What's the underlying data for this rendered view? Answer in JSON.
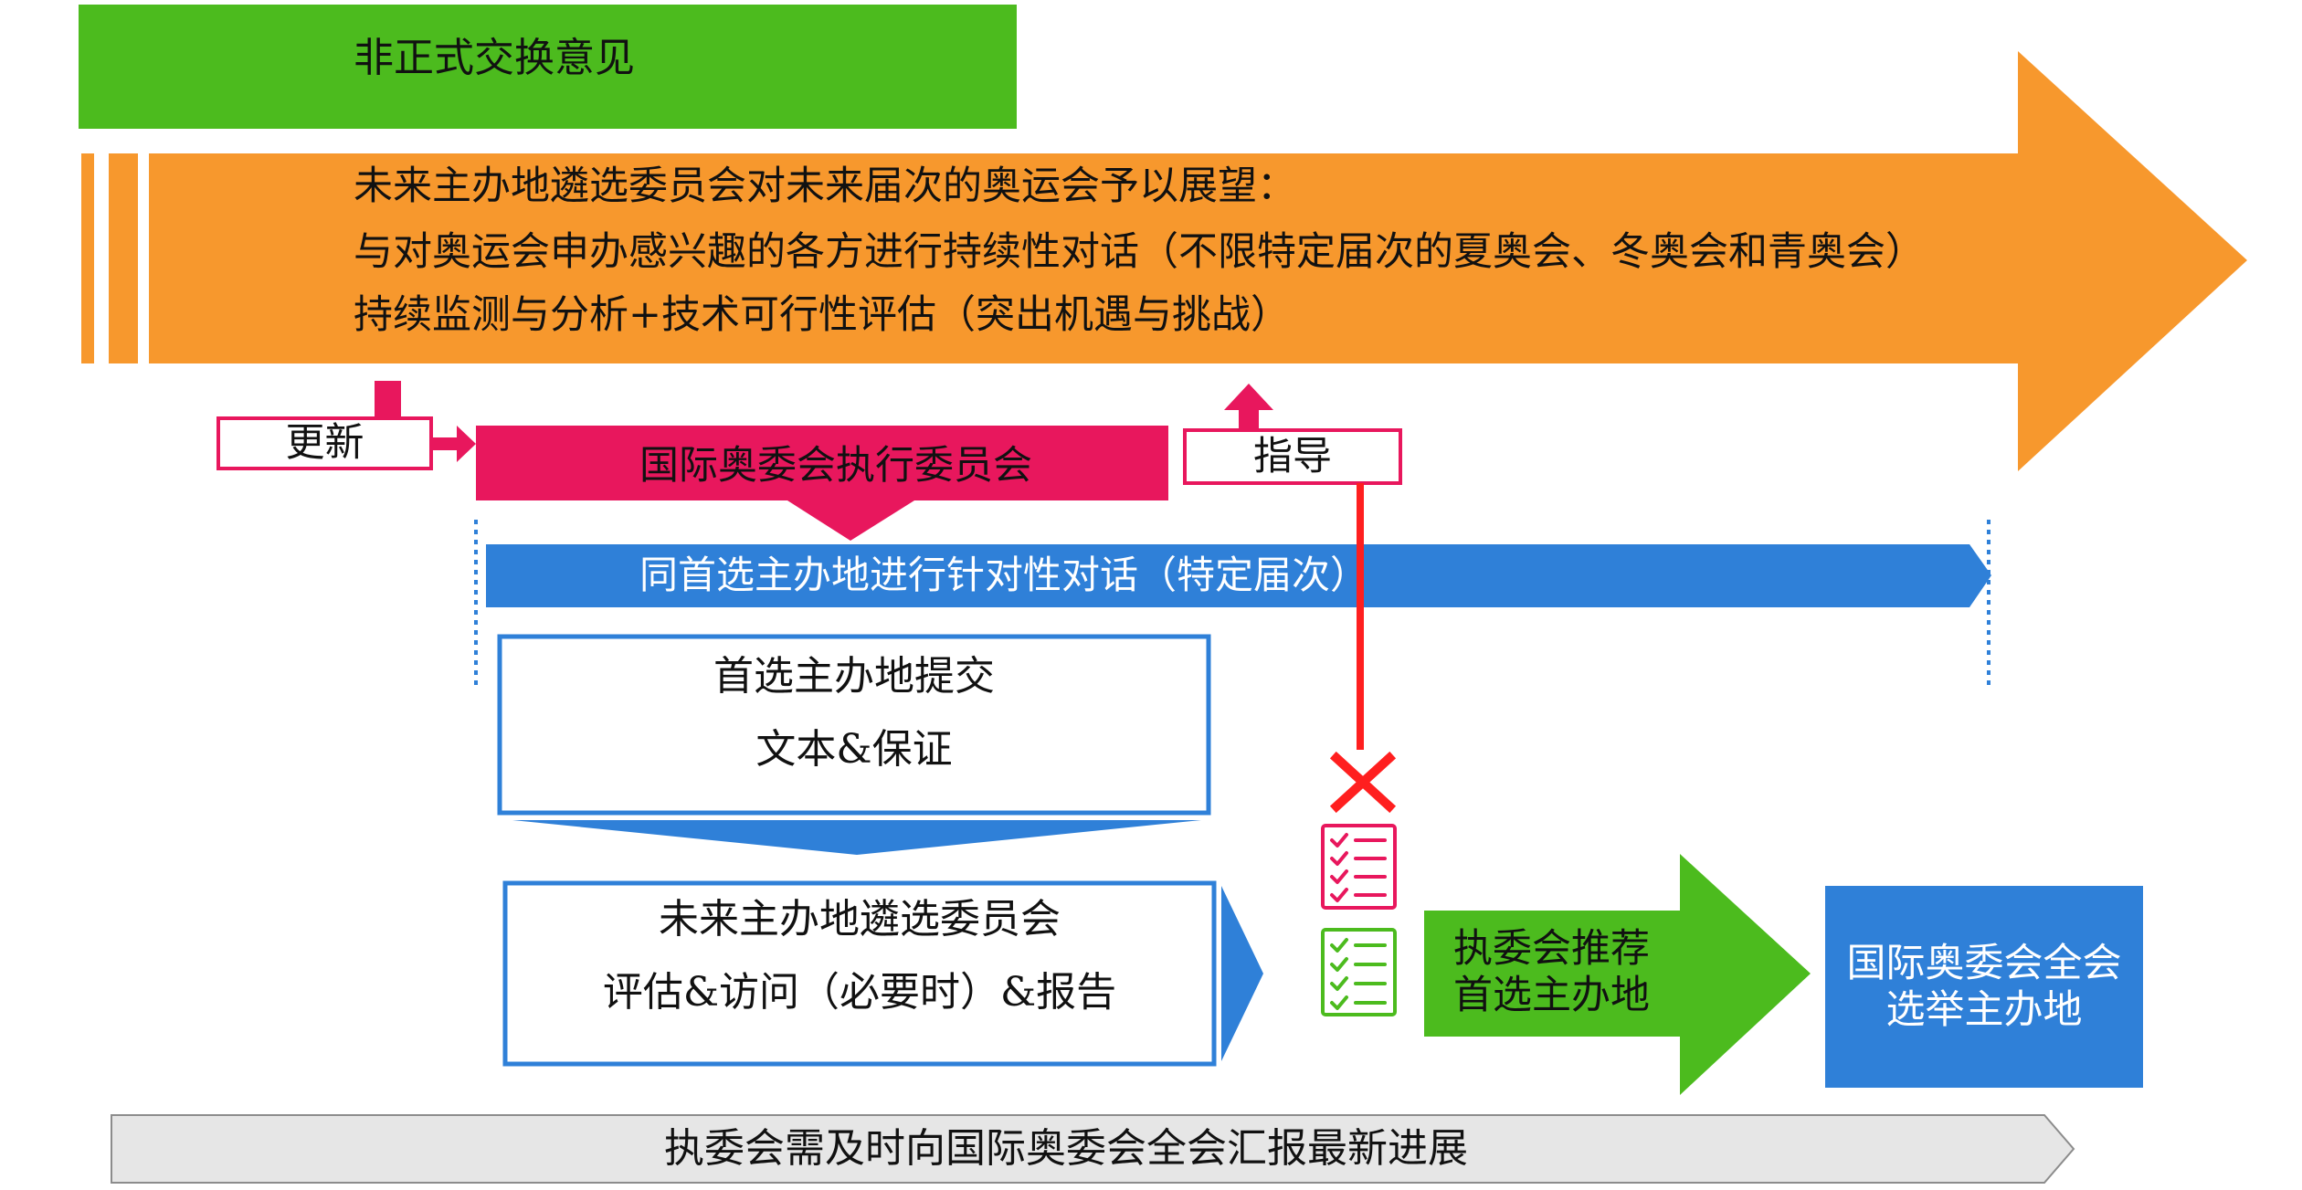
{
  "informal_exchange": {
    "label": "非正式交换意见"
  },
  "outlook": {
    "lines": [
      "未来主办地遴选委员会对未来届次的奥运会予以展望：",
      "与对奥运会申办感兴趣的各方进行持续性对话（不限特定届次的夏奥会、冬奥会和青奥会）",
      "持续监测与分析+技术可行性评估（突出机遇与挑战）"
    ]
  },
  "update": {
    "label": "更新"
  },
  "executive_board": {
    "label": "国际奥委会执行委员会"
  },
  "guidance": {
    "label": "指导"
  },
  "targeted_dialogue": {
    "label": "同首选主办地进行针对性对话（特定届次）"
  },
  "submission": {
    "lines": [
      "首选主办地提交",
      "文本&保证"
    ]
  },
  "commission": {
    "lines": [
      "未来主办地遴选委员会",
      "评估&访问（必要时）&报告"
    ]
  },
  "recommendation": {
    "lines": [
      "执委会推荐",
      "首选主办地"
    ]
  },
  "session": {
    "lines": [
      "国际奥委会全会",
      "选举主办地"
    ]
  },
  "reporting": {
    "label": "执委会需及时向国际奥委会全会汇报最新进展"
  },
  "icons": {
    "reject": "x-mark-icon",
    "checklist_pink": "checklist-icon",
    "checklist_green": "checklist-icon"
  },
  "colors": {
    "green": "#4cbb1e",
    "orange": "#f7982d",
    "pink": "#e8175d",
    "blue": "#2f80d8",
    "red": "#ff1f1f",
    "gray": "#e6e6e6"
  }
}
